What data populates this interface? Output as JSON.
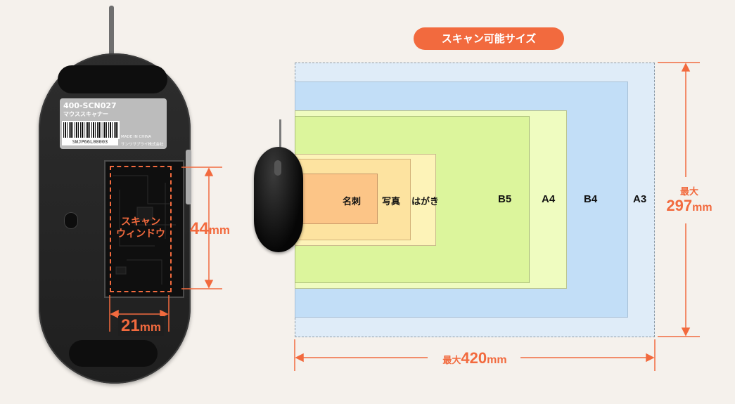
{
  "mouse": {
    "model": "400-SCN027",
    "model_kana": "マウススキャナー",
    "serial": "SWJP66L00003",
    "made_in": "MADE IN CHINA",
    "maker": "サンワサプライ株式会社",
    "window_label_line1": "スキャン",
    "window_label_line2": "ウィンドウ",
    "height_value": "44",
    "height_unit": "mm",
    "width_value": "21",
    "width_unit": "mm"
  },
  "sizes": {
    "title": "スキャン可能サイズ",
    "paper": [
      {
        "label": "名刺",
        "color": "#fcc587"
      },
      {
        "label": "写真",
        "color": "#fde3a0"
      },
      {
        "label": "はがき",
        "color": "#fdf3b8"
      },
      {
        "label": "B5",
        "color": "#dcf59c"
      },
      {
        "label": "A4",
        "color": "#effcc0"
      },
      {
        "label": "B4",
        "color": "#c2def7"
      },
      {
        "label": "A3",
        "color": "#dfecf8"
      }
    ],
    "max_h_prefix": "最大",
    "max_h_value": "297",
    "max_h_unit": "mm",
    "max_w_prefix": "最大",
    "max_w_value": "420",
    "max_w_unit": "mm"
  },
  "colors": {
    "accent": "#f26a3e",
    "background": "#f5f1ec"
  }
}
